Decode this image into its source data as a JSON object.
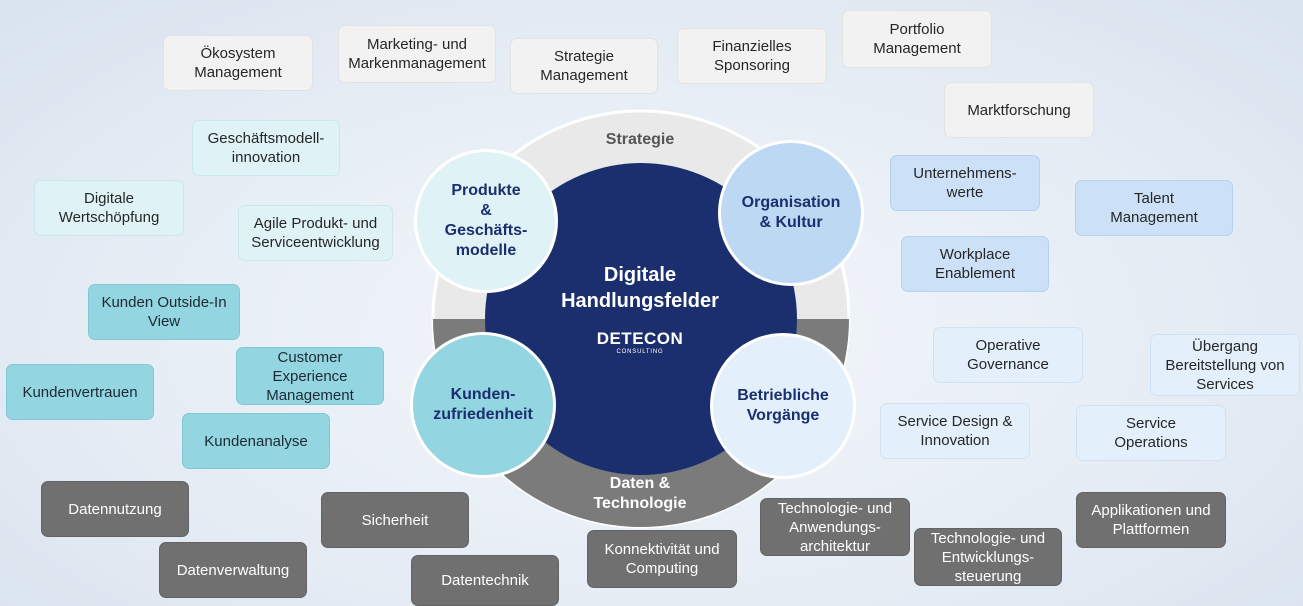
{
  "core": {
    "title": "Digitale\nHandlungsfelder",
    "logo_brand": "DETECON",
    "logo_sub": "CONSULTING"
  },
  "ring": {
    "strategy": "Strategie",
    "data_tech": "Daten &\nTechnologie"
  },
  "fields": {
    "products": "Produkte\n&\nGeschäfts-\nmodelle",
    "organisation": "Organisation\n& Kultur",
    "customers": "Kunden-\nzufriedenheit",
    "operations": "Betriebliche\nVorgänge"
  },
  "strategy_items": {
    "ecosystem": "Ökosystem\nManagement",
    "marketing": "Marketing- und\nMarkenmanagement",
    "strategy_mgmt": "Strategie\nManagement",
    "finance": "Finanzielles\nSponsoring",
    "portfolio": "Portfolio\nManagement",
    "market_research": "Marktforschung"
  },
  "product_items": {
    "business_model": "Geschäftsmodell-\ninnovation",
    "digital_value": "Digitale\nWertschöpfung",
    "agile": "Agile Produkt- und\nServiceentwicklung"
  },
  "org_items": {
    "values": "Unternehmens-\nwerte",
    "talent": "Talent\nManagement",
    "workplace": "Workplace\nEnablement"
  },
  "customer_items": {
    "outside_in": "Kunden Outside-In\nView",
    "trust": "Kundenvertrauen",
    "cx": "Customer\nExperience\nManagement",
    "analytics": "Kundenanalyse"
  },
  "ops_items": {
    "governance": "Operative\nGovernance",
    "transition": "Übergang\nBereitstellung von\nServices",
    "design": "Service Design &\nInnovation",
    "service_ops": "Service\nOperations"
  },
  "tech_items": {
    "data_usage": "Datennutzung",
    "data_mgmt": "Datenverwaltung",
    "security": "Sicherheit",
    "data_eng": "Datentechnik",
    "connectivity": "Konnektivität und\nComputing",
    "tech_arch": "Technologie- und\nAnwendungs-\narchitektur",
    "tech_dev": "Technologie- und\nEntwicklungs-\nsteuerung",
    "apps": "Applikationen und\nPlattformen"
  },
  "colors": {
    "core": "#1b2f6e",
    "ring_light": "#ededed",
    "ring_dark": "#7b7b7b",
    "products": "#dff3f7",
    "organisation": "#bcd8f3",
    "customers": "#93d5e0",
    "operations": "#e3f0fc"
  }
}
